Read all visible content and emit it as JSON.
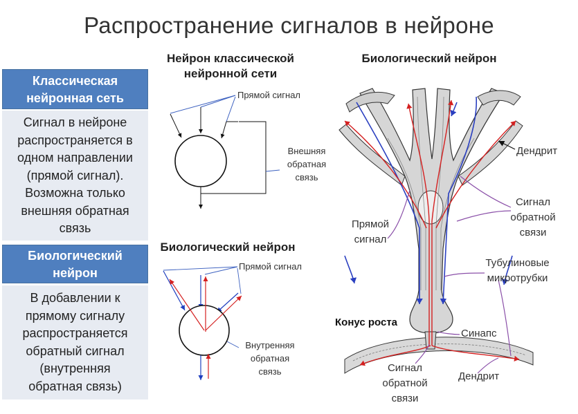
{
  "title": "Распространение сигналов в нейроне",
  "left_panel": {
    "classic": {
      "header": [
        "Классическая",
        "нейронная сеть"
      ],
      "body": [
        "Сигнал в нейроне",
        "распространяется в",
        "одном направлении",
        "(прямой сигнал).",
        "Возможна только",
        "внешняя обратная",
        "связь"
      ]
    },
    "biological": {
      "header": [
        "Биологический",
        "нейрон"
      ],
      "body": [
        "В добавлении к",
        "прямому сигналу",
        "распространяется",
        "обратный сигнал",
        "(внутренняя",
        "обратная связь)"
      ]
    }
  },
  "classic_diagram": {
    "title": [
      "Нейрон классической",
      "нейронной сети"
    ],
    "forward_label": "Прямой сигнал",
    "feedback_label": [
      "Внешняя",
      "обратная",
      "связь"
    ]
  },
  "bio_diagram": {
    "title": "Биологический нейрон",
    "forward_label": "Прямой сигнал",
    "feedback_label": [
      "Внутренняя",
      "обратная",
      "связь"
    ]
  },
  "neuron_picture": {
    "title": "Биологический нейрон",
    "labels": {
      "dendrite_top": "Дендрит",
      "feedback_signal_right": [
        "Сигнал",
        "обратной",
        "связи"
      ],
      "forward_signal": [
        "Прямой",
        "сигнал"
      ],
      "microtubules": [
        "Тубулиновые",
        "микротрубки"
      ],
      "growth_cone": "Конус роста",
      "synapse": "Синапс",
      "feedback_signal_bottom": [
        "Сигнал",
        "обратной",
        "связи"
      ],
      "dendrite_bottom": "Дендрит"
    }
  },
  "colors": {
    "header_blue": "#4f7fbf",
    "body_gray": "#e7ebf2",
    "forward_arrow": "#1f3fbf",
    "feedback_arrow": "#d42020",
    "label_pointer": "#8a4fa8"
  }
}
